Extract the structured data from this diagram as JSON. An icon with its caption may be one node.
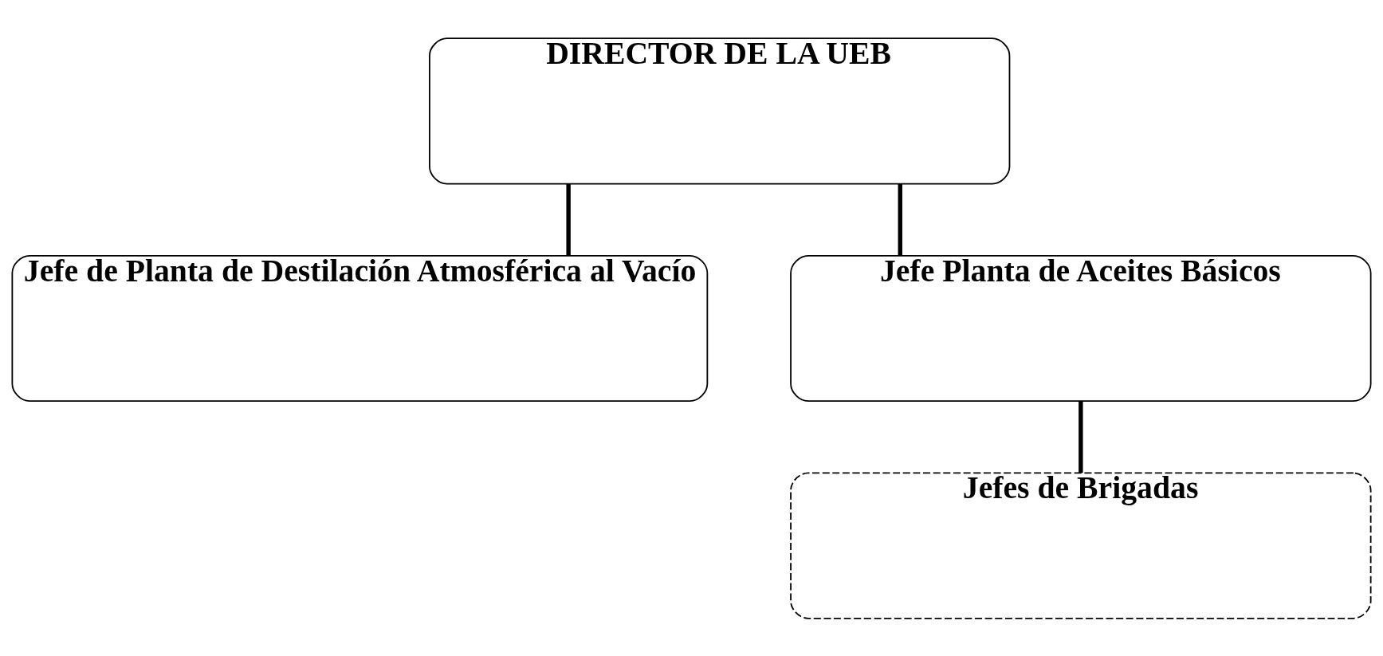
{
  "diagram": {
    "nodes": [
      {
        "text": [
          "DIRECTOR DE LA UEB"
        ]
      },
      {
        "text": [
          "Jefe de Planta de Destilación Atmosférica al Vacío"
        ]
      },
      {
        "text": [
          "Jefe Planta de Aceites Básicos"
        ]
      },
      {
        "text": [
          "Jefes de Brigadas"
        ]
      }
    ],
    "edges": [
      {
        "from": 0,
        "to": 1,
        "arrow": "none"
      },
      {
        "from": 0,
        "to": 2,
        "arrow": "none"
      },
      {
        "from": 2,
        "to": 3,
        "arrow": "none"
      }
    ]
  }
}
